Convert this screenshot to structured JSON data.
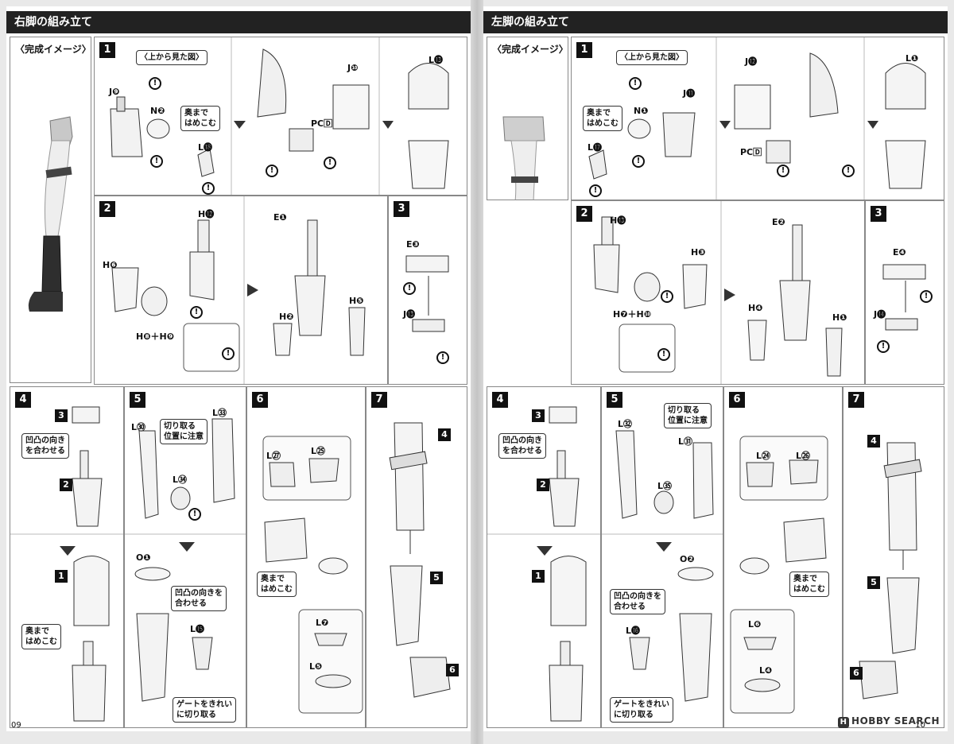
{
  "pages": [
    {
      "title": "右脚の組み立て",
      "page_number": "09",
      "completion_label": "〈完成イメージ〉",
      "steps": [
        {
          "num": "1",
          "labels": [
            "J❾",
            "N❷",
            "L⓲"
          ],
          "notes": [
            "〈上から見た図〉",
            "奥まで\nはめこむ"
          ]
        },
        {
          "num": "",
          "labels": [
            "PC🄳",
            "J❿"
          ],
          "notes": []
        },
        {
          "num": "",
          "labels": [
            "L⓭"
          ],
          "notes": []
        },
        {
          "num": "2",
          "labels": [
            "H⓬",
            "H❻",
            "H❽＋H❾"
          ],
          "notes": []
        },
        {
          "num": "",
          "labels": [
            "E❶",
            "H❷",
            "H❺"
          ],
          "notes": []
        },
        {
          "num": "3",
          "labels": [
            "E❸",
            "J⓭"
          ],
          "notes": []
        },
        {
          "num": "4",
          "labels": [
            "3",
            "2"
          ],
          "notes": [
            "凹凸の向き\nを合わせる"
          ]
        },
        {
          "num": "",
          "labels": [
            "1"
          ],
          "notes": [
            "奥まで\nはめこむ"
          ]
        },
        {
          "num": "5",
          "labels": [
            "L㉚",
            "L㉝",
            "L㉞"
          ],
          "notes": [
            "切り取る\n位置に注意"
          ]
        },
        {
          "num": "",
          "labels": [
            "O❶",
            "L⓯"
          ],
          "notes": [
            "凹凸の向きを\n合わせる",
            "ゲートをきれい\nに切り取る"
          ]
        },
        {
          "num": "6",
          "labels": [
            "L㉗",
            "L㉕",
            "L❼",
            "L❺"
          ],
          "notes": [
            "奥まで\nはめこむ"
          ]
        },
        {
          "num": "7",
          "labels": [
            "4",
            "5",
            "6"
          ],
          "notes": []
        }
      ]
    },
    {
      "title": "左脚の組み立て",
      "page_number": "10",
      "completion_label": "〈完成イメージ〉",
      "steps": [
        {
          "num": "1",
          "labels": [
            "J⓫",
            "N❶",
            "L⓱"
          ],
          "notes": [
            "〈上から見た図〉",
            "奥まで\nはめこむ"
          ]
        },
        {
          "num": "",
          "labels": [
            "J⓬",
            "PC🄳"
          ],
          "notes": []
        },
        {
          "num": "",
          "labels": [
            "L❶"
          ],
          "notes": []
        },
        {
          "num": "2",
          "labels": [
            "H⓭",
            "H❸",
            "H❼＋H❿"
          ],
          "notes": []
        },
        {
          "num": "",
          "labels": [
            "E❷",
            "H❹",
            "H❶"
          ],
          "notes": []
        },
        {
          "num": "3",
          "labels": [
            "E❹",
            "J⓮"
          ],
          "notes": []
        },
        {
          "num": "4",
          "labels": [
            "3",
            "2"
          ],
          "notes": [
            "凹凸の向き\nを合わせる"
          ]
        },
        {
          "num": "",
          "labels": [
            "1"
          ],
          "notes": []
        },
        {
          "num": "5",
          "labels": [
            "L㉜",
            "L㉛",
            "L㉟"
          ],
          "notes": [
            "切り取る\n位置に注意"
          ]
        },
        {
          "num": "",
          "labels": [
            "O❷",
            "L⓰"
          ],
          "notes": [
            "凹凸の向きを\n合わせる",
            "ゲートをきれい\nに切り取る"
          ]
        },
        {
          "num": "6",
          "labels": [
            "L㉔",
            "L㉖",
            "L❻",
            "L❹"
          ],
          "notes": [
            "奥まで\nはめこむ"
          ]
        },
        {
          "num": "7",
          "labels": [
            "4",
            "5",
            "6"
          ],
          "notes": []
        }
      ]
    }
  ],
  "watermark": "HOBBY SEARCH",
  "watermark_icon": "H",
  "colors": {
    "title_bg": "#222222",
    "title_fg": "#ffffff",
    "boot": "#2e2e2e",
    "sock": "#e9e9e9"
  }
}
